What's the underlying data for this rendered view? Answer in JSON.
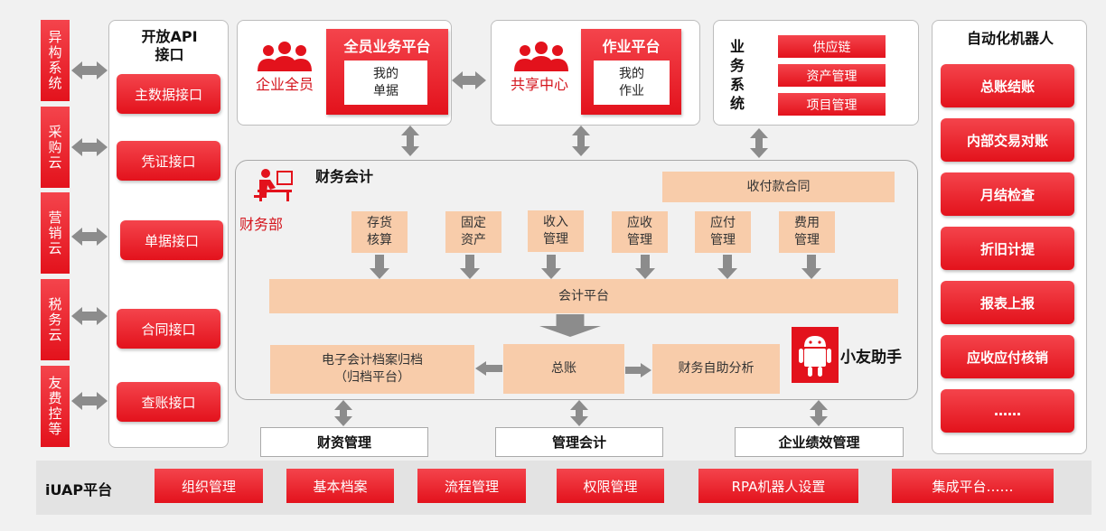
{
  "left_systems": [
    "异构系统",
    "采购云",
    "营销云",
    "税务云",
    "友费控等"
  ],
  "open_api": {
    "title": "开放API\n接口",
    "items": [
      "主数据接口",
      "凭证接口",
      "单据接口",
      "合同接口",
      "查账接口"
    ]
  },
  "top_boxes": {
    "all_staff": {
      "label": "企业全员",
      "platform": "全员业务平台",
      "inner": "我的\n单据"
    },
    "shared": {
      "label": "共享中心",
      "platform": "作业平台",
      "inner": "我的\n作业"
    },
    "business": {
      "title": "业\n务\n系\n统",
      "items": [
        "供应链",
        "资产管理",
        "项目管理"
      ]
    }
  },
  "finance": {
    "title": "财务会计",
    "dept": "财务部",
    "contract": "收付款合同",
    "modules": [
      "存货\n核算",
      "固定\n资产",
      "收入\n管理",
      "应收\n管理",
      "应付\n管理",
      "费用\n管理"
    ],
    "platform": "会计平台",
    "archive": "电子会计档案归档\n（归档平台）",
    "ledger": "总账",
    "analysis": "财务自助分析",
    "assistant": "小友助手"
  },
  "bottom_mgmt": [
    "财资管理",
    "管理会计",
    "企业绩效管理"
  ],
  "robot": {
    "title": "自动化机器人",
    "items": [
      "总账结账",
      "内部交易对账",
      "月结检查",
      "折旧计提",
      "报表上报",
      "应收应付核销",
      "……"
    ]
  },
  "iuap": {
    "title": "iUAP平台",
    "items": [
      "组织管理",
      "基本档案",
      "流程管理",
      "权限管理",
      "RPA机器人设置",
      "集成平台……"
    ]
  },
  "colors": {
    "red": "#e8202a",
    "peach": "#f8ccaa",
    "arrow": "#8c8c8c"
  }
}
